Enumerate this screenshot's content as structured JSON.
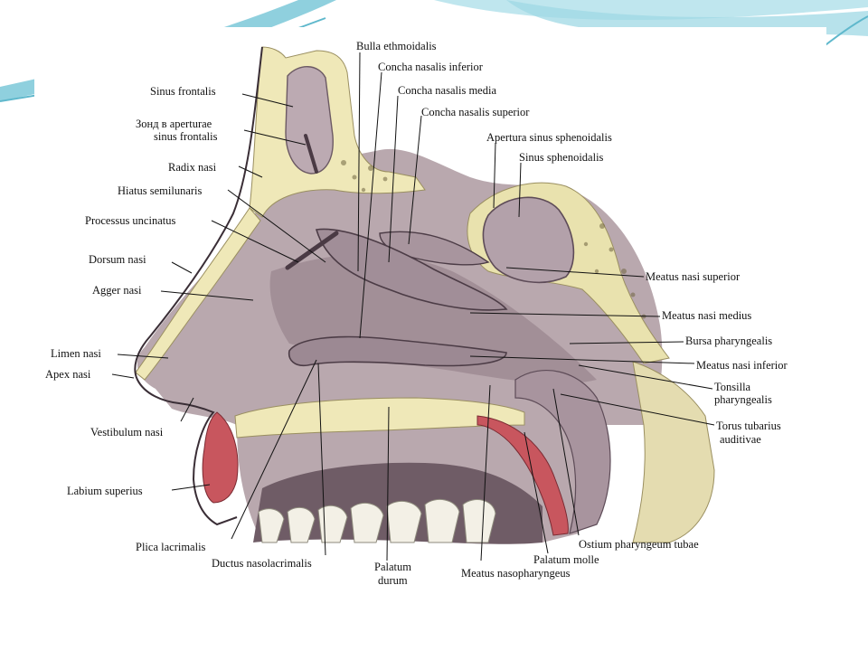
{
  "colors": {
    "accent_teal": "#7ec9d8",
    "accent_teal_light": "#bfe6ee",
    "bone": "#eee6b4",
    "mucosa": "#b8a6ac",
    "mucosa_dark": "#8a7580",
    "muscle": "#c8565e",
    "ink": "#111111"
  },
  "labels": {
    "bulla_ethmoidalis": "Bulla ethmoidalis",
    "concha_inferior": "Concha nasalis inferior",
    "concha_media": "Concha nasalis media",
    "concha_superior": "Concha nasalis superior",
    "apertura_sinus_sphenoidalis": "Apertura sinus sphenoidalis",
    "sinus_sphenoidalis": "Sinus sphenoidalis",
    "sinus_frontalis": "Sinus frontalis",
    "zond_line1": "Зонд в aperturae",
    "zond_line2": "sinus frontalis",
    "radix_nasi": "Radix nasi",
    "hiatus_semilunaris": "Hiatus semilunaris",
    "processus_uncinatus": "Processus uncinatus",
    "dorsum_nasi": "Dorsum nasi",
    "agger_nasi": "Agger nasi",
    "limen_nasi": "Limen nasi",
    "apex_nasi": "Apex nasi",
    "vestibulum_nasi": "Vestibulum nasi",
    "labium_superius": "Labium superius",
    "plica_lacrimalis": "Plica lacrimalis",
    "ductus_nasolacrimalis": "Ductus nasolacrimalis",
    "palatum_durum_line1": "Palatum",
    "palatum_durum_line2": "durum",
    "meatus_nasopharyngeus": "Meatus nasopharyngeus",
    "palatum_molle": "Palatum molle",
    "ostium_pharyngeum_tubae": "Ostium pharyngeum tubae",
    "meatus_nasi_superior": "Meatus nasi superior",
    "meatus_nasi_medius": "Meatus nasi medius",
    "bursa_pharyngealis": "Bursa pharyngealis",
    "meatus_nasi_inferior": "Meatus nasi inferior",
    "tonsilla_line1": "Tonsilla",
    "tonsilla_line2": "pharyngealis",
    "torus_line1": "Torus tubarius",
    "torus_line2": "auditivae"
  }
}
